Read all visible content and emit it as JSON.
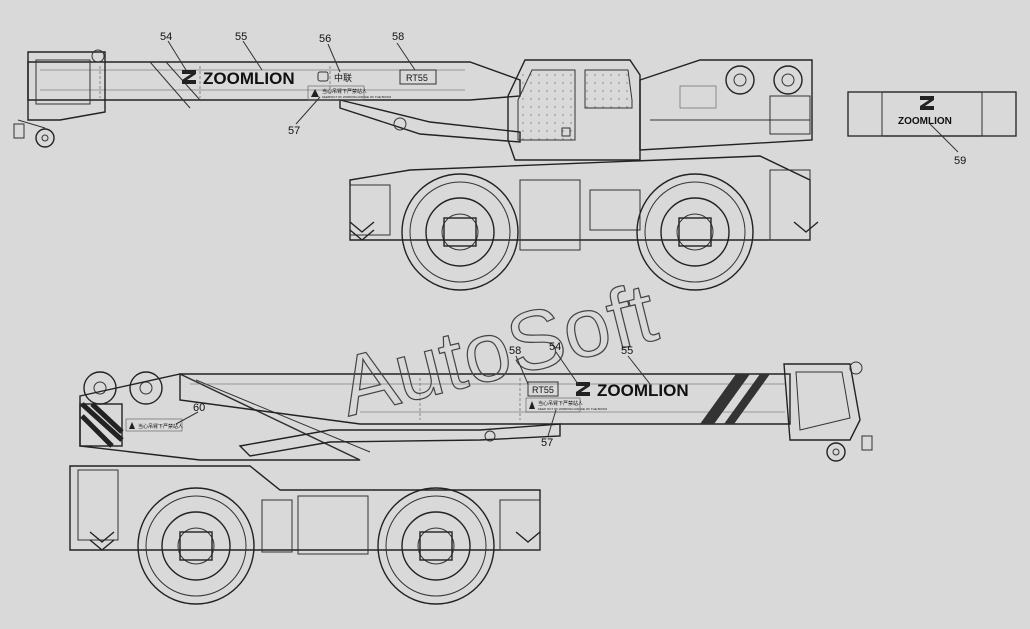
{
  "brand": "ZOOMLION",
  "model_label": "RT55",
  "cn_label": "中联",
  "warning_label": "当心吊臂下严禁站人",
  "warning_sub": "KEEP OUT OF WORKING RANGE OF THE BOOM",
  "watermark": "AutoSoft",
  "callouts": {
    "c54": "54",
    "c55": "55",
    "c56": "56",
    "c57": "57",
    "c58": "58",
    "c59": "59",
    "c60": "60"
  },
  "colors": {
    "background": "#d9d9d9",
    "line": "#333333",
    "stripe": "#3a3a3a"
  }
}
